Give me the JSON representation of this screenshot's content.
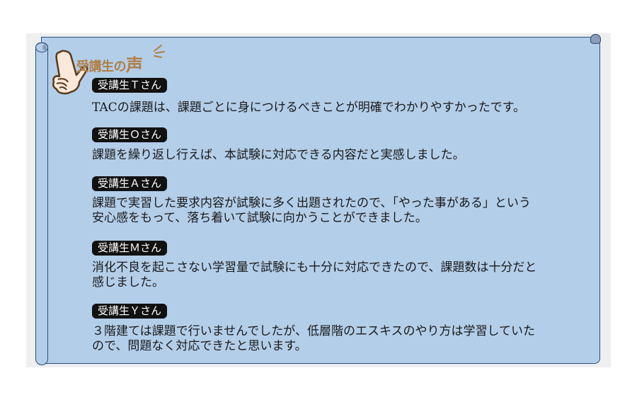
{
  "header": {
    "title_prefix": "受講生の",
    "title_emphasis": "声"
  },
  "colors": {
    "scroll_fill": "#b3cee9",
    "scroll_border": "#2c4a7c",
    "title": "#b07f45",
    "badge_bg": "#111111",
    "panel_bg": "#eeefef"
  },
  "testimonials": [
    {
      "name": "受講生Ｔさん",
      "text": "TACの課題は、課題ごとに身につけるべきことが明確でわかりやすかったです。"
    },
    {
      "name": "受講生Ｏさん",
      "text": "課題を繰り返し行えば、本試験に対応できる内容だと実感しました。"
    },
    {
      "name": "受講生Ａさん",
      "text": "課題で実習した要求内容が試験に多く出題されたので、「やった事がある」という\n安心感をもって、落ち着いて試験に向かうことができました。"
    },
    {
      "name": "受講生Ｍさん",
      "text": "消化不良を起こさない学習量で試験にも十分に対応できたので、課題数は十分だと\n感じました。"
    },
    {
      "name": "受講生Ｙさん",
      "text": "３階建ては課題で行いませんでしたが、低層階のエスキスのやり方は学習していた\nので、問題なく対応できたと思います。"
    }
  ]
}
